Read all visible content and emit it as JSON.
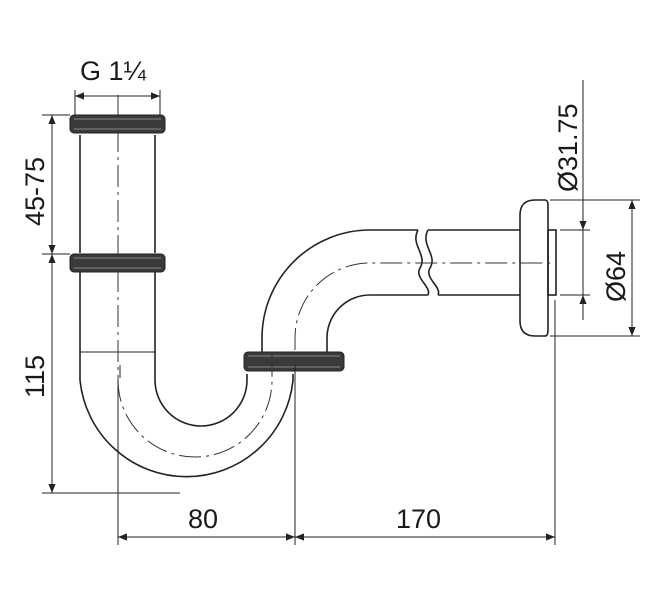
{
  "dimensions": {
    "thread": "G 1¼",
    "height_adjust": "45-75",
    "height_lower": "115",
    "width_trap": "80",
    "width_outlet": "170",
    "dia_pipe": "Ø31.75",
    "dia_flange": "Ø64"
  }
}
